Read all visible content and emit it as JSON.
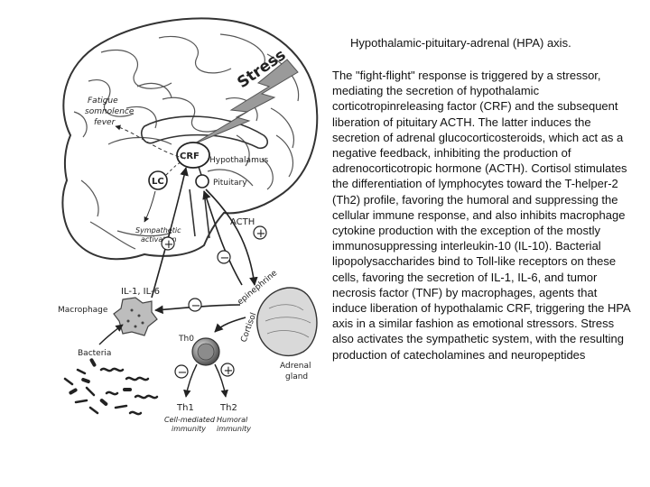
{
  "caption": {
    "title": "Hypothalamic-pituitary-adrenal (HPA) axis.",
    "body": "The \"fight-flight\" response is triggered by a stressor, mediating the secretion of hypothalamic corticotropinreleasing factor (CRF) and the subsequent liberation of pituitary ACTH. The latter induces the secretion of adrenal glucocorticosteroids, which act as a negative feedback, inhibiting the production of adrenocorticotropic hormone (ACTH). Cortisol stimulates the differentiation of lymphocytes toward the T-helper-2 (Th2) profile, favoring the humoral and suppressing the cellular immune response, and also inhibits macrophage cytokine production with the exception of the mostly immunosuppressing interleukin-10 (IL-10). Bacterial lipopolysaccharides bind to Toll-like receptors on these cells, favoring the secretion of IL-1, IL-6, and tumor necrosis factor (TNF) by macrophages, agents that induce liberation of hypothalamic CRF, triggering the HPA axis in a similar fashion as emotional stressors. Stress also activates the sympathetic system, with the resulting production of catecholamines and neuropeptides"
  },
  "diagram": {
    "stress": "Stress",
    "fatigue": [
      "Fatigue",
      "somnolence",
      "fever"
    ],
    "crf": "CRF",
    "hypothalamus": "Hypothalamus",
    "pituitary": "Pituitary",
    "lc": "LC",
    "sympathetic": [
      "Sympathetic",
      "activation"
    ],
    "acth": "ACTH",
    "il": "IL-1, IL-6",
    "macrophage": "Macrophage",
    "bacteria": "Bacteria",
    "cortisol": "Cortisol",
    "epinephrine": "epinephrine",
    "th0": "Th0",
    "th1": "Th1",
    "th2": "Th2",
    "cell_immunity": [
      "Cell-mediated",
      "immunity"
    ],
    "humoral_immunity": [
      "Humoral",
      "immunity"
    ],
    "adrenal": [
      "Adrenal",
      "gland"
    ],
    "plus": "+",
    "minus": "−"
  }
}
